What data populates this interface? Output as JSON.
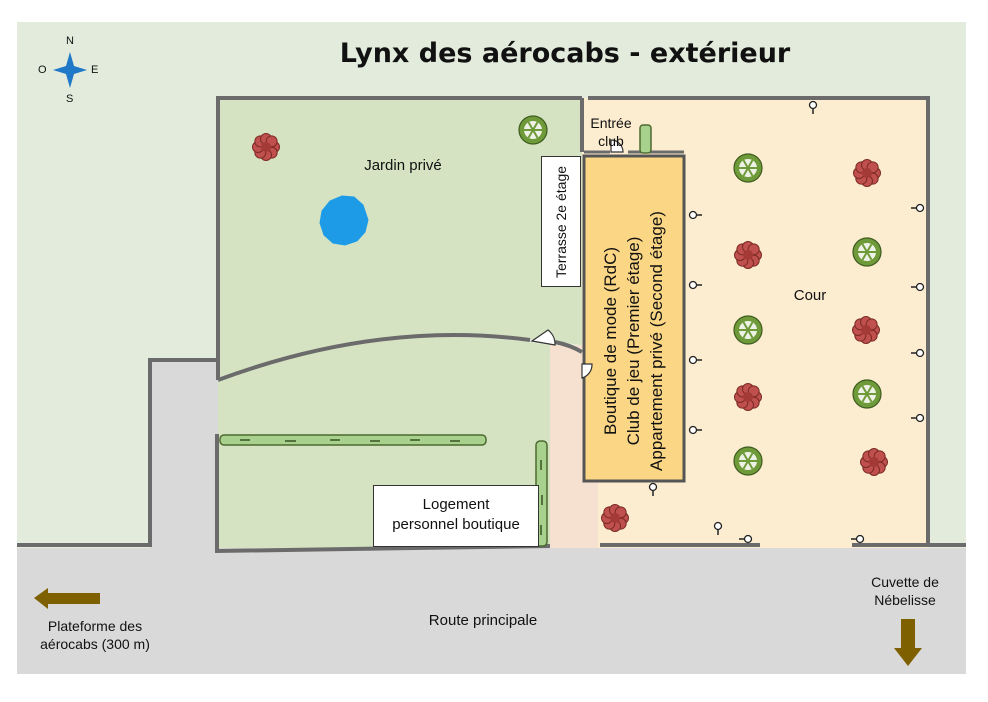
{
  "title": "Lynx des aérocabs - extérieur",
  "compass": {
    "n": "N",
    "s": "S",
    "e": "E",
    "o": "O",
    "icon": "compass-rose-icon"
  },
  "areas": {
    "jardin": "Jardin privé",
    "cour": "Cour",
    "entree": [
      "Entrée",
      "club"
    ],
    "terrasse": "Terrasse 2e étage",
    "batiment": [
      "Boutique de mode (RdC)",
      "Club de jeu (Premier étage)",
      "Appartement privé (Second étage)"
    ],
    "logement": [
      "Logement",
      "personnel boutique"
    ],
    "route": "Route principale"
  },
  "directions": {
    "plateforme": {
      "lines": [
        "Plateforme des",
        "aérocabs (300 m)"
      ],
      "icon": "arrow-left-icon"
    },
    "cuvette": {
      "lines": [
        "Cuvette de",
        "Nébelisse"
      ],
      "icon": "arrow-down-icon"
    }
  },
  "icons": {
    "tree_red": "red-flower-bush-icon",
    "tree_green": "green-round-tree-icon",
    "pond": "pond-icon",
    "lamp": "lamp-post-icon",
    "hedge": "hedge-icon",
    "door": "door-icon"
  },
  "colors": {
    "outside": "#e3ebdd",
    "garden": "#d5e3c3",
    "courtyard": "#fcecd0",
    "building": "#fbd684",
    "road": "#d9d9d9",
    "path": "#f6e1d1",
    "wall": "#666666",
    "pond": "#1d9be6",
    "arrow": "#7f6000",
    "hedge": "#a9d18e",
    "compass": "#1f78c8"
  }
}
